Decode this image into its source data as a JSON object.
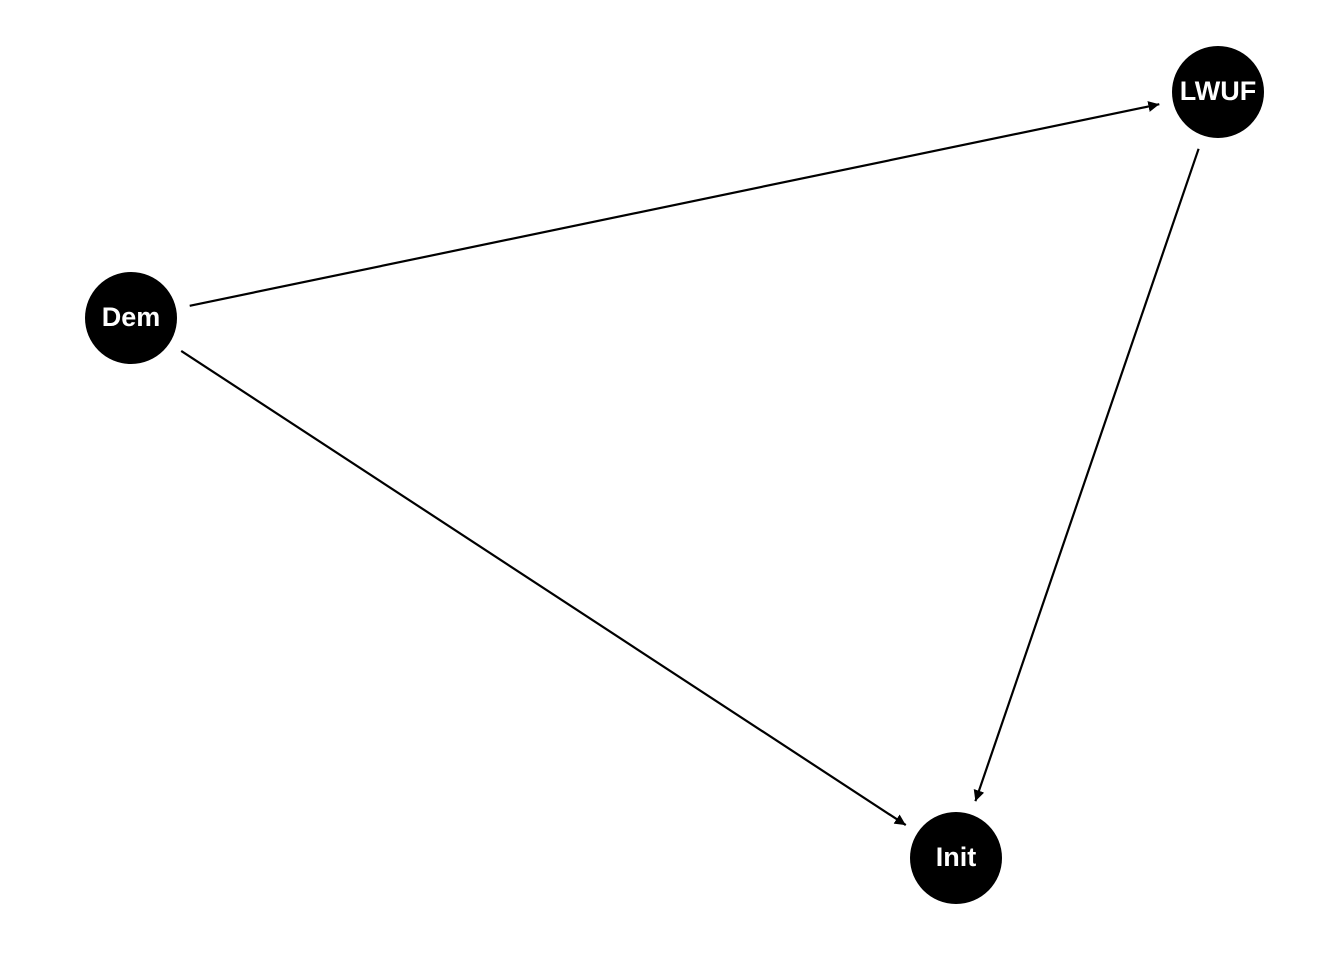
{
  "diagram": {
    "nodes": [
      {
        "id": "dem",
        "label": "Dem"
      },
      {
        "id": "lwuf",
        "label": "LWUF"
      },
      {
        "id": "init",
        "label": "Init"
      }
    ],
    "edges": [
      {
        "from": "dem",
        "to": "lwuf"
      },
      {
        "from": "dem",
        "to": "init"
      },
      {
        "from": "lwuf",
        "to": "init"
      }
    ],
    "colors": {
      "node_fill": "#000000",
      "node_text": "#ffffff",
      "edge": "#000000",
      "background": "#ffffff"
    }
  }
}
